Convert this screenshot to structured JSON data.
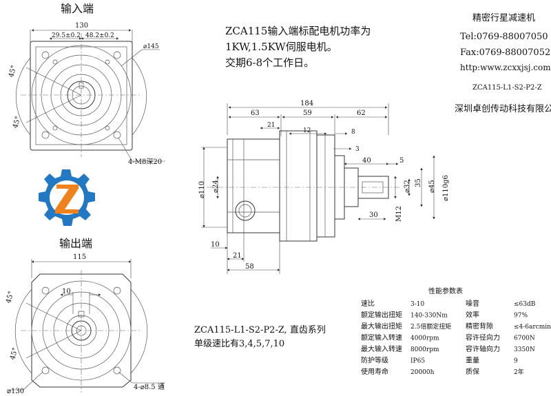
{
  "input_view": {
    "heading": "输入端",
    "dim_width": "130",
    "dim_left": "29.5±0.2",
    "dim_right": "48.2±0.2",
    "dim_circle": "⌀145",
    "angle_top": "45°",
    "angle_bottom": "45°",
    "holes_label": "4-M8深20"
  },
  "output_view": {
    "heading": "输出端",
    "dim_width": "115",
    "dim_inner": "10",
    "angle_top": "45°",
    "angle_bottom": "45°",
    "dim_circle": "⌀130",
    "holes_label": "4-⌀8.5 通"
  },
  "description": {
    "line1": "ZCA115输入端标配电机功率为",
    "line2": "1KW,1.5KW伺服电机。",
    "line3": "交期6-8个工作日。"
  },
  "company": {
    "product_type": "精密行星减速机",
    "tel": "Tel:0769-88007050",
    "fax": "Fax:0769-88007052",
    "url": "http:www.zcxxjsj.com",
    "model": "ZCA115-L1-S2-P2-Z",
    "name": "深圳卓创传动科技有限公司"
  },
  "side_view": {
    "dims": {
      "overall": "184",
      "d63": "63",
      "d59": "59",
      "d62": "62",
      "d21_top": "21",
      "d12": "12",
      "d8": "8",
      "d3": "3",
      "d40": "40",
      "d5": "5",
      "dia110": "⌀110",
      "dia24": "⌀24",
      "dia32": "⌀32",
      "d35": "35",
      "dia45": "⌀45",
      "dia110g6": "⌀110g6",
      "d30": "30",
      "m12": "M12",
      "d10": "10",
      "d21_bottom": "21",
      "d58": "58"
    }
  },
  "series_note": {
    "line1": "ZCA115-L1-S2-P2-Z, 直齿系列",
    "line2": "单级速比有3,4,5,7,10"
  },
  "spec_table": {
    "title": "性能参数表",
    "rows": [
      {
        "l1": "速比",
        "v1": "3-10",
        "l2": "噪音",
        "v2": "≤63dB"
      },
      {
        "l1": "额定输出扭矩",
        "v1": "140-330Nm",
        "l2": "效率",
        "v2": "97%"
      },
      {
        "l1": "最大输出扭矩",
        "v1": "2.5倍额定扭矩",
        "l2": "精密背隙",
        "v2": "≤4-6arcmin"
      },
      {
        "l1": "额定输入转速",
        "v1": "4000rpm",
        "l2": "容许径向力",
        "v2": "6700N"
      },
      {
        "l1": "最大输入转速",
        "v1": "8000rpm",
        "l2": "容许轴向力",
        "v2": "3350N"
      },
      {
        "l1": "防护等级",
        "v1": "IP65",
        "l2": "重量",
        "v2": "9"
      },
      {
        "l1": "使用寿命",
        "v1": "20000h",
        "l2": "质保",
        "v2": "2年"
      }
    ]
  },
  "logo": {
    "letter": "Z",
    "colors": {
      "gear": "#2378c3",
      "letter": "#f0821e"
    }
  }
}
